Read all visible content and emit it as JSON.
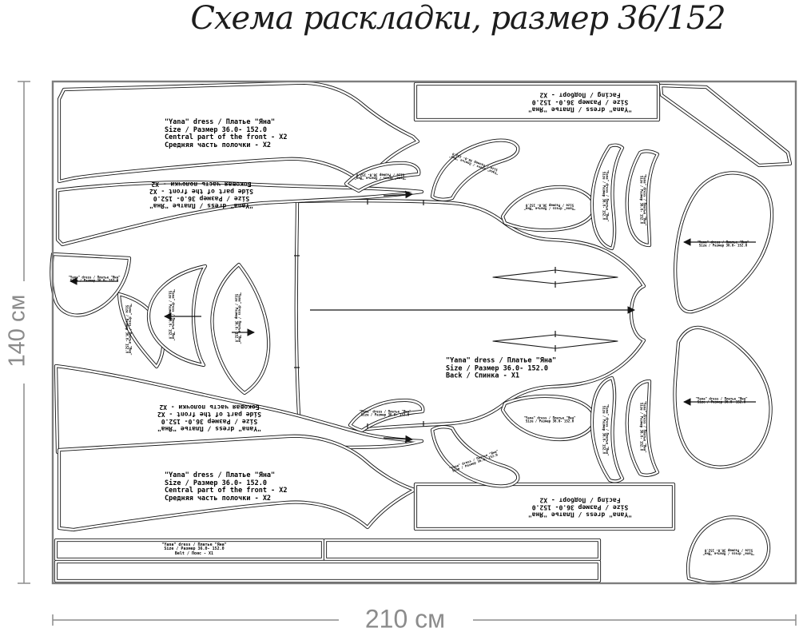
{
  "title": "Схема раскладки, размер 36/152",
  "dimensions": {
    "height_label": "140 см",
    "width_label": "210 см"
  },
  "colors": {
    "outline": "#141414",
    "frame": "#7d7d7d",
    "dimension": "#8c8c8c",
    "background": "#ffffff"
  },
  "labels": {
    "central_front": {
      "lines": [
        "\"Yana\" dress / Платье \"Яна\"",
        "Size / Размер  36.0- 152.0",
        "Central part of the front - X2",
        "Средняя часть полочки - X2"
      ]
    },
    "side_front": {
      "lines": [
        "\"Yana\" dress / Платье \"Яна\"",
        "Size / Размер  36.0- 152.0",
        "Side part of the front - X2",
        "Боковая часть полочки - X2"
      ]
    },
    "back": {
      "lines": [
        "\"Yana\" dress / Платье \"Яна\"",
        "Size / Размер  36.0- 152.0",
        "Back / Спинка - X1"
      ]
    },
    "facing": {
      "lines": [
        "\"Yana\" dress / Платье \"Яна\"",
        "Size / Размер  36.0- 152.0",
        "Facing / Подборт - X2"
      ]
    },
    "belt": {
      "lines": [
        "\"Yana\" dress / Платье \"Яна\"",
        "Size / Размер  36.0- 152.0",
        "Belt / Пояс - X1"
      ]
    },
    "small": {
      "lines": [
        "\"Yana\" dress / Платье \"Яна\"",
        "Size / Размер 36.0- 152.0"
      ]
    }
  }
}
